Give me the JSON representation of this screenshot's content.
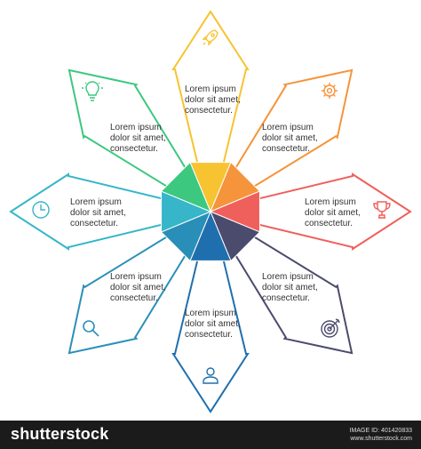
{
  "segments": [
    {
      "id": "top",
      "color": "#f7c331",
      "text": "Lorem ipsum\ndolor sit amet,\nconsectetur.",
      "icon": "rocket-icon"
    },
    {
      "id": "top-right",
      "color": "#f5943a",
      "text": "Lorem ipsum\ndolor sit amet,\nconsectetur.",
      "icon": "gear-icon"
    },
    {
      "id": "right",
      "color": "#ef5f5b",
      "text": "Lorem ipsum\ndolor sit amet,\nconsectetur.",
      "icon": "trophy-icon"
    },
    {
      "id": "bottom-right",
      "color": "#4b4b6e",
      "text": "Lorem ipsum\ndolor sit amet,\nconsectetur.",
      "icon": "target-icon"
    },
    {
      "id": "bottom",
      "color": "#1f6fae",
      "text": "Lorem ipsum\ndolor sit amet,\nconsectetur.",
      "icon": "user-icon"
    },
    {
      "id": "bottom-left",
      "color": "#2a8fb8",
      "text": "Lorem ipsum\ndolor sit amet,\nconsectetur.",
      "icon": "magnifier-icon"
    },
    {
      "id": "left",
      "color": "#36b6c8",
      "text": "Lorem ipsum\ndolor sit amet,\nconsectetur.",
      "icon": "clock-icon"
    },
    {
      "id": "top-left",
      "color": "#3cc87f",
      "text": "Lorem ipsum\ndolor sit amet,\nconsectetur.",
      "icon": "lightbulb-icon"
    }
  ],
  "footer": {
    "brand": "shutterstock",
    "image_id": "IMAGE ID: 401420833",
    "site": "www.shutterstock.com"
  }
}
